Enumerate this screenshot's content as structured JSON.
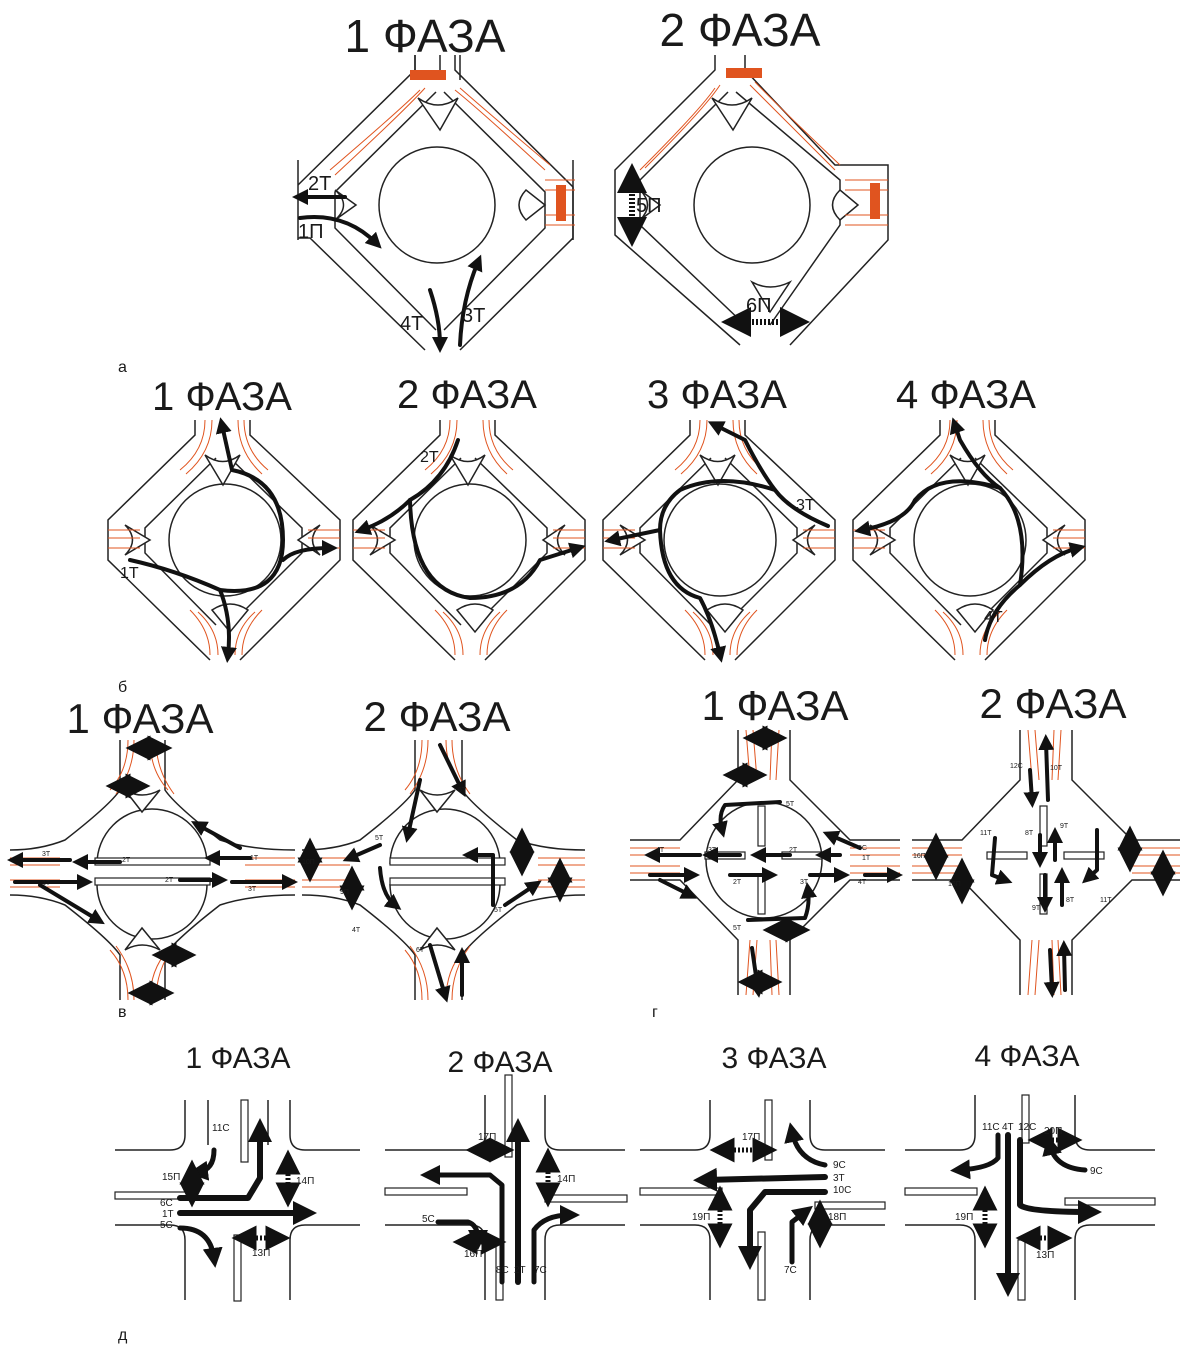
{
  "colors": {
    "line": "#222222",
    "lane": "#e0541f",
    "crosswalk": "#e0541f",
    "arrow": "#111111"
  },
  "sections": {
    "a": {
      "letter": "а",
      "phases": [
        {
          "title": "1 ФАЗА",
          "labels": [
            "2Т",
            "1П",
            "4Т",
            "3Т"
          ]
        },
        {
          "title": "2 ФАЗА",
          "labels": [
            "5П",
            "6П"
          ]
        }
      ]
    },
    "b": {
      "letter": "б",
      "phases": [
        {
          "title": "1 ФАЗА",
          "labels": [
            "1Т"
          ]
        },
        {
          "title": "2 ФАЗА",
          "labels": [
            "2Т"
          ]
        },
        {
          "title": "3 ФАЗА",
          "labels": [
            "3Т"
          ]
        },
        {
          "title": "4 ФАЗА",
          "labels": [
            "4Т"
          ]
        }
      ]
    },
    "v": {
      "letter": "в",
      "phases": [
        {
          "title": "1 ФАЗА",
          "labels": [
            "3Т",
            "2Т",
            "1Т",
            "2Т",
            "3Т",
            "1Т"
          ]
        },
        {
          "title": "2 ФАЗА",
          "labels": [
            "5Т",
            "10П",
            "9П",
            "4Т",
            "5Т",
            "6Т",
            "6Т"
          ]
        }
      ]
    },
    "g": {
      "letter": "г",
      "phases": [
        {
          "title": "1 ФАЗА",
          "labels": [
            "5Т",
            "4Т",
            "3Т",
            "2Т",
            "6С",
            "1Т",
            "2Т",
            "3Т",
            "4Т",
            "5Т"
          ]
        },
        {
          "title": "2 ФАЗА",
          "labels": [
            "12С",
            "10Т",
            "11Т",
            "8Т",
            "9Т",
            "16П",
            "15П",
            "9Т",
            "8Т",
            "11Т"
          ]
        }
      ]
    },
    "d": {
      "letter": "д",
      "phases": [
        {
          "title": "1 ФАЗА",
          "labels": [
            "11С",
            "15П",
            "14П",
            "6С",
            "1Т",
            "5С",
            "13П"
          ]
        },
        {
          "title": "2 ФАЗА",
          "labels": [
            "17П",
            "14П",
            "5С",
            "16П",
            "8С",
            "2Т",
            "7С"
          ]
        },
        {
          "title": "3 ФАЗА",
          "labels": [
            "17П",
            "9С",
            "3Т",
            "10С",
            "19П",
            "18П",
            "7С"
          ]
        },
        {
          "title": "4 ФАЗА",
          "labels": [
            "11С",
            "4Т",
            "12С",
            "20П",
            "9С",
            "19П",
            "13П"
          ]
        }
      ]
    }
  }
}
